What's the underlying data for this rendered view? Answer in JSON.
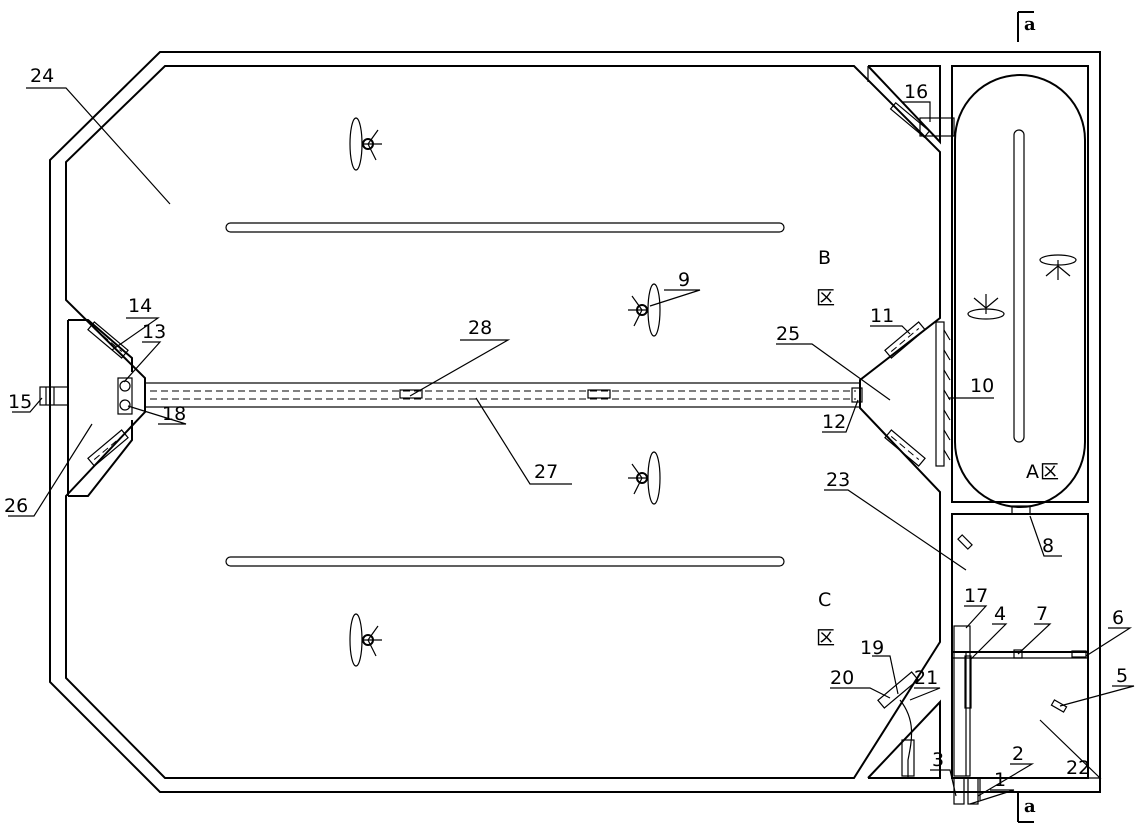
{
  "section_mark": "a",
  "zones": {
    "a_letter": "A",
    "b_letter": "B",
    "c_letter": "C",
    "qu": "区"
  },
  "labels": {
    "n1": "1",
    "n2": "2",
    "n3": "3",
    "n4": "4",
    "n5": "5",
    "n6": "6",
    "n7": "7",
    "n8": "8",
    "n9": "9",
    "n10": "10",
    "n11": "11",
    "n12": "12",
    "n13": "13",
    "n14": "14",
    "n15": "15",
    "n16": "16",
    "n17": "17",
    "n18": "18",
    "n19": "19",
    "n20": "20",
    "n21": "21",
    "n22": "22",
    "n23": "23",
    "n24": "24",
    "n25": "25",
    "n26": "26",
    "n27": "27",
    "n28": "28"
  }
}
